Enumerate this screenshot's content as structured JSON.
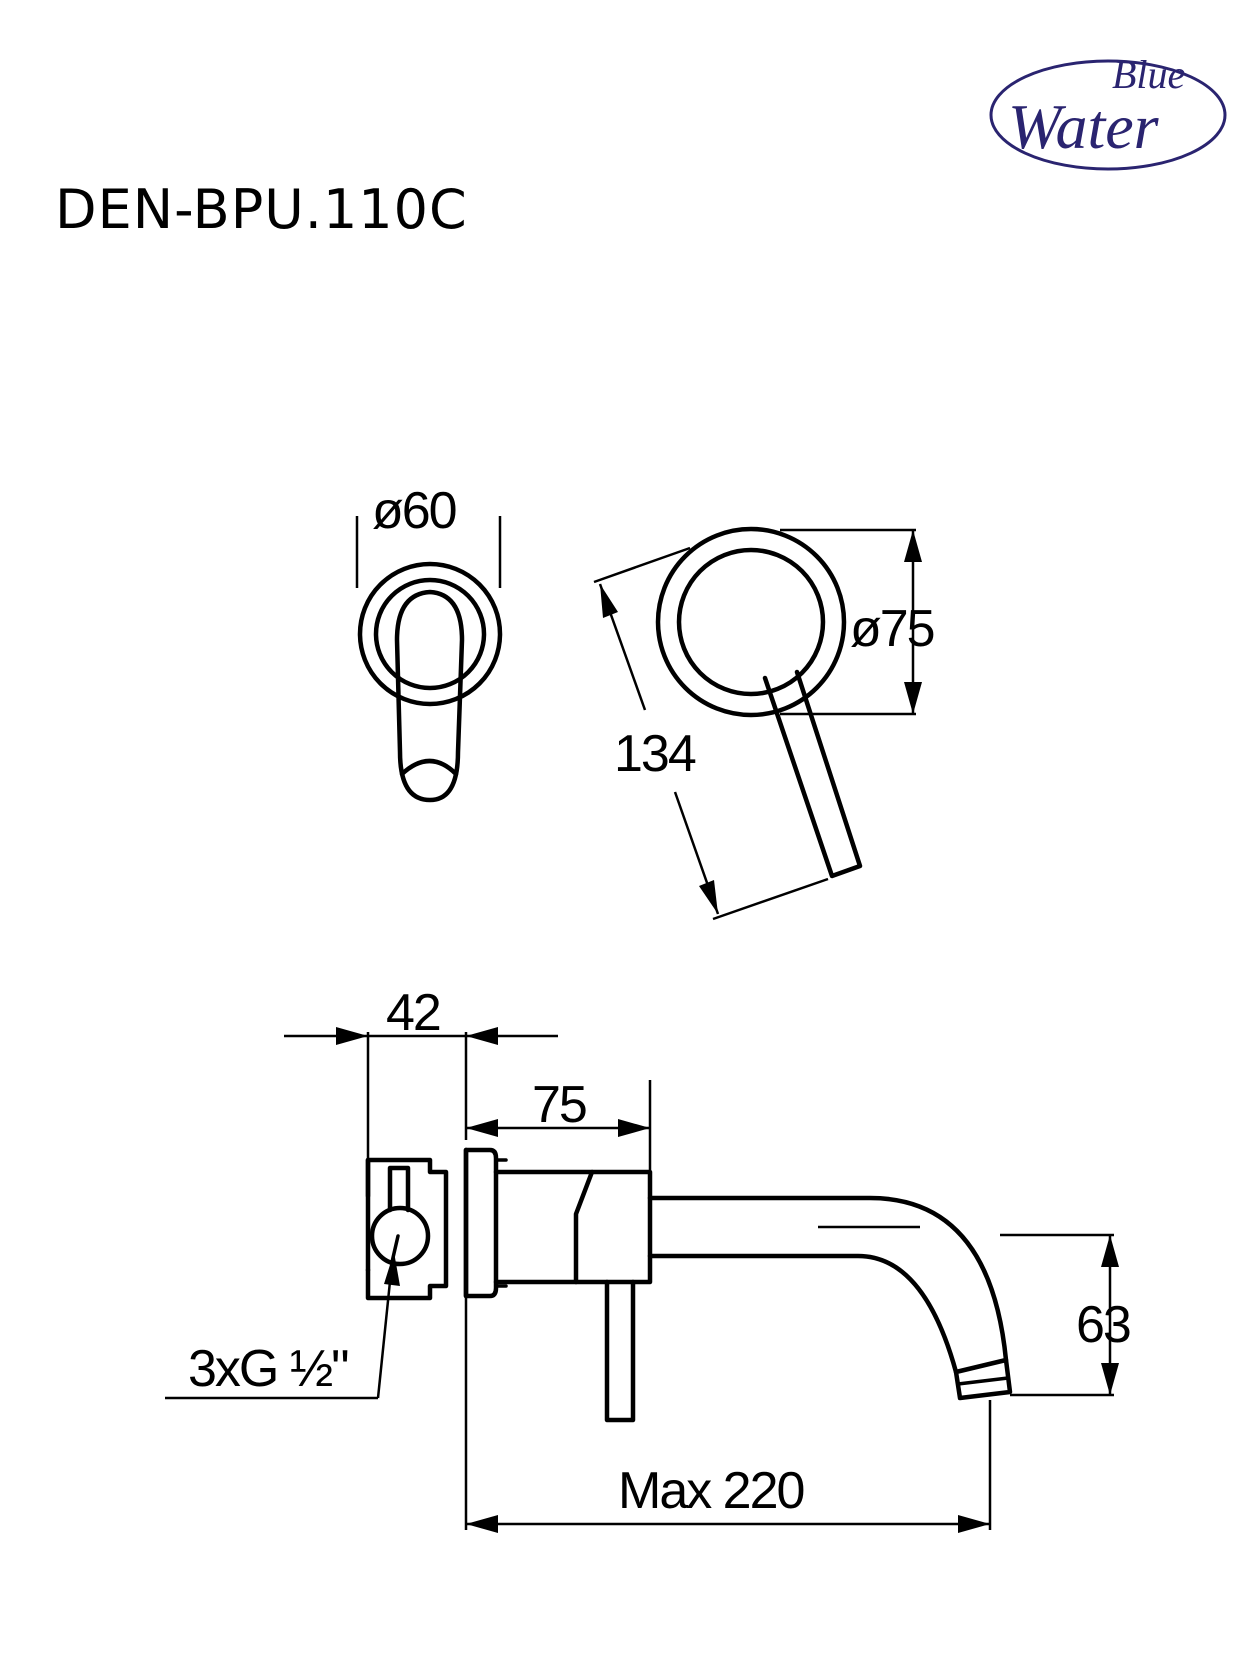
{
  "drawing": {
    "model_code": "DEN-BPU.110C"
  },
  "logo": {
    "text_top": "Blue",
    "text_main": "Water",
    "color": "#2a2470"
  },
  "dimensions": {
    "handle_diameter": "ø60",
    "plate_diameter": "ø75",
    "lever_length": "134",
    "body_depth": "42",
    "body_projection": "75",
    "spout_height": "63",
    "spout_reach": "Max 220",
    "connections": "3xG ½\""
  }
}
